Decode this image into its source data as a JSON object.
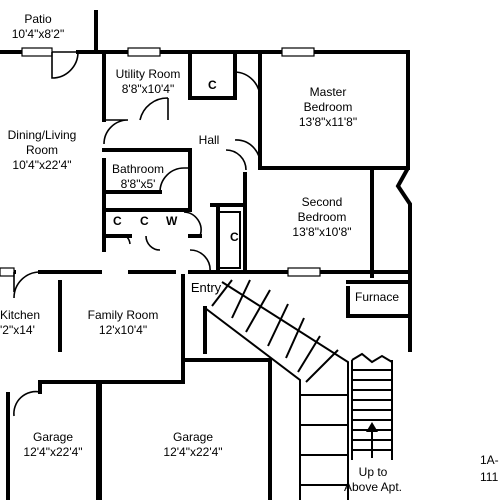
{
  "rooms": {
    "patio": {
      "name": "Patio",
      "dims": "10'4\"x8'2\""
    },
    "utility": {
      "name": "Utility Room",
      "dims": "8'8\"x10'4\""
    },
    "master": {
      "name": "Master",
      "name2": "Bedroom",
      "dims": "13'8\"x11'8\""
    },
    "dining": {
      "name": "Dining/Living",
      "name2": "Room",
      "dims": "10'4\"x22'4\""
    },
    "hall": {
      "name": "Hall"
    },
    "bathroom": {
      "name": "Bathroom",
      "dims": "8'8\"x5'"
    },
    "second": {
      "name": "Second",
      "name2": "Bedroom",
      "dims": "13'8\"x10'8\""
    },
    "entry": {
      "name": "Entry"
    },
    "furnace": {
      "name": "Furnace"
    },
    "kitchen": {
      "name": "Kitchen",
      "dims": "'2\"x14'"
    },
    "family": {
      "name": "Family Room",
      "dims": "12'x10'4\""
    },
    "garage1": {
      "name": "Garage",
      "dims": "12'4\"x22'4\""
    },
    "garage2": {
      "name": "Garage",
      "dims": "12'4\"x22'4\""
    }
  },
  "closets": {
    "c1": "C",
    "c2": "C",
    "c3": "C",
    "w": "W",
    "c4": "C"
  },
  "stairs": {
    "label1": "Up to",
    "label2": "Above Apt."
  },
  "unit": {
    "code": "1A-",
    "size": "111"
  }
}
